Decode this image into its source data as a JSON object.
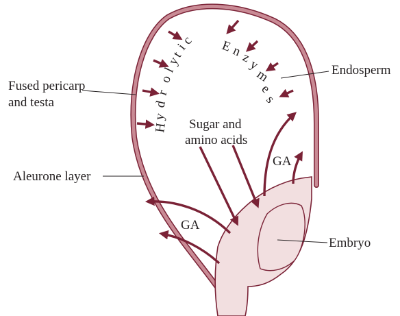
{
  "labels": {
    "fused_pericarp_line1": "Fused pericarp",
    "fused_pericarp_line2": "and testa",
    "aleurone_layer": "Aleurone layer",
    "endosperm": "Endosperm",
    "embryo": "Embryo",
    "sugar_line1": "Sugar and",
    "sugar_line2": "amino acids",
    "ga_left": "GA",
    "ga_right": "GA"
  },
  "arc_text": {
    "hydrolytic": "Hydrolytic",
    "enzymes": "Enzymes"
  },
  "colors": {
    "coat_fill": "#c98b95",
    "coat_stroke": "#7a2236",
    "embryo_fill": "#f2dfe0",
    "arrow": "#7a2236",
    "leader": "#231f20"
  }
}
